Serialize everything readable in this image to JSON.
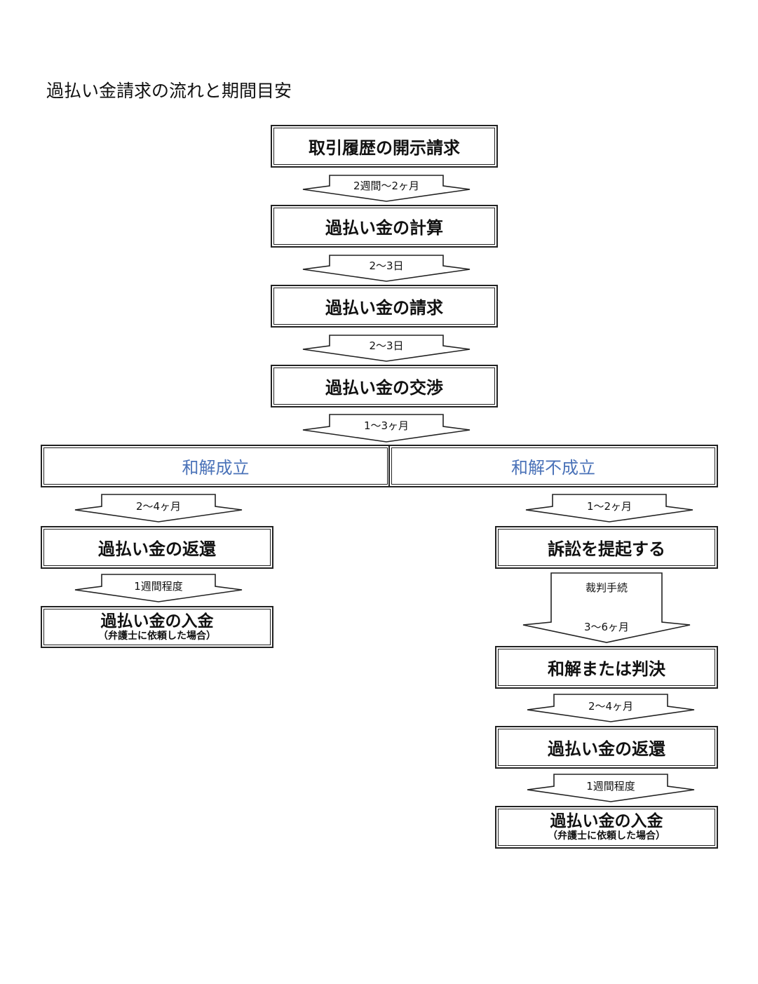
{
  "title": "過払い金請求の流れと期間目安",
  "steps": {
    "disclosure": "取引履歴の開示請求",
    "calc": "過払い金の計算",
    "claim": "過払い金の請求",
    "negotiate": "過払い金の交渉",
    "settled": "和解成立",
    "not_settled": "和解不成立",
    "refund_left": "過払い金の返還",
    "deposit_left": "過払い金の入金",
    "deposit_left_note": "（弁護士に依頼した場合）",
    "lawsuit": "訴訟を提起する",
    "judgment": "和解または判決",
    "refund_right": "過払い金の返還",
    "deposit_right": "過払い金の入金",
    "deposit_right_note": "（弁護士に依頼した場合）"
  },
  "durations": {
    "a1": "2週間〜2ヶ月",
    "a2": "2〜3日",
    "a3": "2〜3日",
    "a4": "1〜3ヶ月",
    "left1": "2〜4ヶ月",
    "left2": "1週間程度",
    "right1": "1〜2ヶ月",
    "right2_top": "裁判手続",
    "right2_bottom": "3〜6ヶ月",
    "right3": "2〜4ヶ月",
    "right4": "1週間程度"
  }
}
